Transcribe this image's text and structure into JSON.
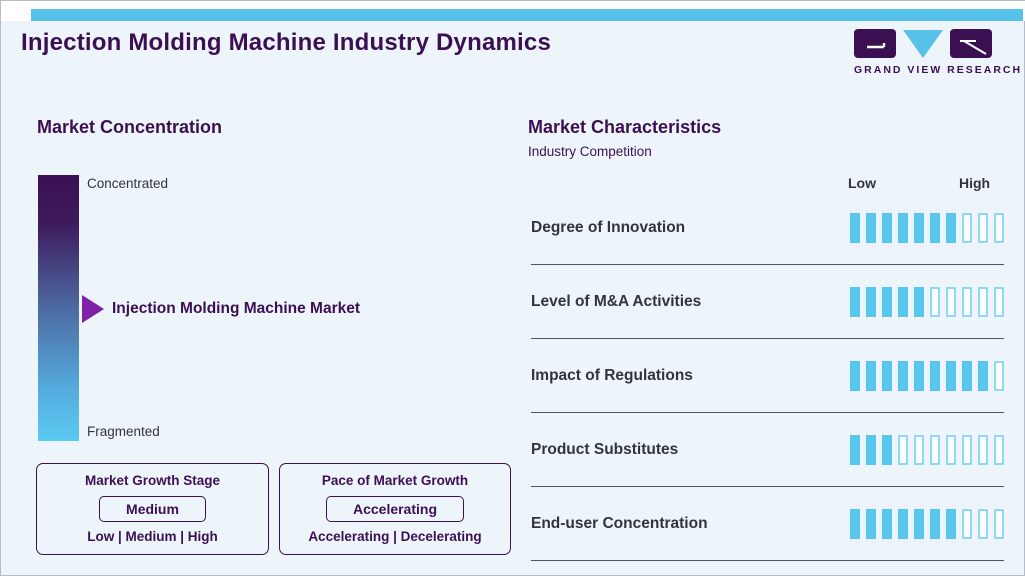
{
  "page": {
    "title": "Injection Molding Machine Industry Dynamics"
  },
  "brand": {
    "logo_text": "GRAND VIEW RESEARCH",
    "colors": {
      "accent_cyan": "#56c2ea",
      "dark_purple": "#3b1053",
      "arrow_purple": "#7d22a8",
      "tick_cyan": "#58c7f0",
      "background": "#eef5fa"
    }
  },
  "market_concentration": {
    "heading": "Market Concentration",
    "scale_top": "Concentrated",
    "scale_bottom": "Fragmented",
    "pointer_label": "Injection Molding Machine Market",
    "pointer_position_percent_from_concentrated": 50,
    "growth_stage": {
      "title": "Market Growth Stage",
      "value": "Medium",
      "options": "Low | Medium | High"
    },
    "growth_pace": {
      "title": "Pace of Market Growth",
      "value": "Accelerating",
      "options": "Accelerating | Decelerating"
    }
  },
  "market_characteristics": {
    "heading": "Market Characteristics",
    "subheading": "Industry Competition",
    "scale_low": "Low",
    "scale_high": "High",
    "rows": [
      {
        "label": "Degree of Innovation",
        "filled": 7,
        "total": 10
      },
      {
        "label": "Level of M&A Activities",
        "filled": 5,
        "total": 10
      },
      {
        "label": "Impact of Regulations",
        "filled": 9,
        "total": 10
      },
      {
        "label": "Product Substitutes",
        "filled": 3,
        "total": 10
      },
      {
        "label": "End-user Concentration",
        "filled": 7,
        "total": 10
      }
    ]
  },
  "chart_data": {
    "type": "bar",
    "title": "Market Characteristics",
    "subtitle": "Industry Competition",
    "categories": [
      "Degree of Innovation",
      "Level of M&A Activities",
      "Impact of Regulations",
      "Product Substitutes",
      "End-user Concentration"
    ],
    "values": [
      7,
      5,
      9,
      3,
      7
    ],
    "value_max": 10,
    "scale_labels": [
      "Low",
      "High"
    ],
    "note": "values are filled tick marks out of 10 on a Low-to-High scale"
  }
}
